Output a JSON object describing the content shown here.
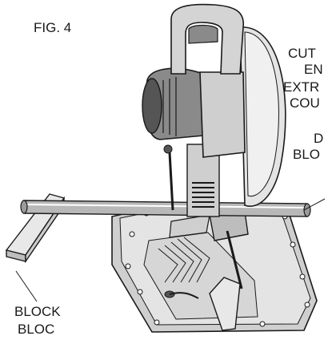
{
  "figure_label": "FIG. 4",
  "right_label_lines": [
    "CUT",
    "EN",
    "EXTR",
    "COU",
    "D",
    "BLO"
  ],
  "bottom_label_lines": [
    "BLOCK",
    "BLOC"
  ],
  "colors": {
    "ink": "#1a1a1a",
    "body_light": "#e2e2e2",
    "body_mid": "#bdbdbd",
    "body_dark": "#8a8a8a",
    "motor_dark": "#555555",
    "rod": "#9a9a9a"
  }
}
